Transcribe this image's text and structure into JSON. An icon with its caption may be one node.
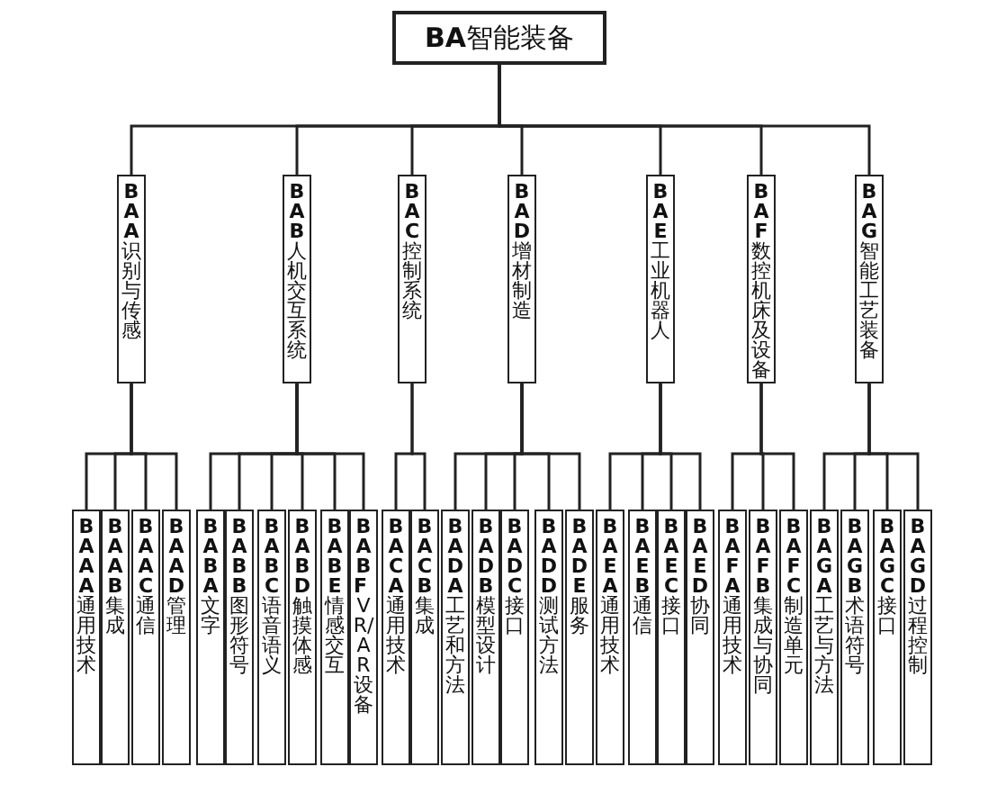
{
  "diagram": {
    "nodes": [
      {
        "text": [
          "**BA**智能装备"
        ]
      },
      {
        "text": [
          "**BAA**识别与传感"
        ]
      },
      {
        "text": [
          "**BAB**人机交互系统"
        ]
      },
      {
        "text": [
          "**BAC**控制系统"
        ]
      },
      {
        "text": [
          "**BAD**增材制造"
        ]
      },
      {
        "text": [
          "**BAE**工业机器人"
        ]
      },
      {
        "text": [
          "**BAF**数控机床及设备"
        ]
      },
      {
        "text": [
          "**BAG**智能工艺装备"
        ]
      },
      {
        "text": [
          "**BAAA**通用技术"
        ]
      },
      {
        "text": [
          "**BAAB**集成"
        ]
      },
      {
        "text": [
          "**BAAC**通信"
        ]
      },
      {
        "text": [
          "**BAAD**管理"
        ]
      },
      {
        "text": [
          "**BABA**文字"
        ]
      },
      {
        "text": [
          "**BABB**图形符号"
        ]
      },
      {
        "text": [
          "**BABC**语音语义"
        ]
      },
      {
        "text": [
          "**BABD**触摸体感"
        ]
      },
      {
        "text": [
          "**BABE**情感交互"
        ]
      },
      {
        "text": [
          "**BABF** VR/AR设备"
        ]
      },
      {
        "text": [
          "**BACA**通用技术"
        ]
      },
      {
        "text": [
          "**BACB**集成"
        ]
      },
      {
        "text": [
          "**BADA**工艺和方法"
        ]
      },
      {
        "text": [
          "**BADB**模型设计"
        ]
      },
      {
        "text": [
          "**BADC**接口"
        ]
      },
      {
        "text": [
          "**BADD**测试方法"
        ]
      },
      {
        "text": [
          "**BADE**服务"
        ]
      },
      {
        "text": [
          "**BAEA**通用技术"
        ]
      },
      {
        "text": [
          "**BAEB**通信"
        ]
      },
      {
        "text": [
          "**BAEC**接口"
        ]
      },
      {
        "text": [
          "**BAED**协同"
        ]
      },
      {
        "text": [
          "**BAFA**通用技术"
        ]
      },
      {
        "text": [
          "**BAFB**集成与协同"
        ]
      },
      {
        "text": [
          "**BAFC**制造单元"
        ]
      },
      {
        "text": [
          "**BAGA**工艺与方法"
        ]
      },
      {
        "text": [
          "**BAGB**术语符号"
        ]
      },
      {
        "text": [
          "**BAGC**接口"
        ]
      },
      {
        "text": [
          "**BAGD**过程控制"
        ]
      }
    ],
    "edges": [
      {
        "from": 0,
        "to": 1,
        "arrow": "none"
      },
      {
        "from": 0,
        "to": 2,
        "arrow": "none"
      },
      {
        "from": 0,
        "to": 3,
        "arrow": "none"
      },
      {
        "from": 0,
        "to": 4,
        "arrow": "none"
      },
      {
        "from": 0,
        "to": 5,
        "arrow": "none"
      },
      {
        "from": 0,
        "to": 6,
        "arrow": "none"
      },
      {
        "from": 0,
        "to": 7,
        "arrow": "none"
      },
      {
        "from": 1,
        "to": 8,
        "arrow": "none"
      },
      {
        "from": 1,
        "to": 9,
        "arrow": "none"
      },
      {
        "from": 1,
        "to": 10,
        "arrow": "none"
      },
      {
        "from": 1,
        "to": 11,
        "arrow": "none"
      },
      {
        "from": 2,
        "to": 12,
        "arrow": "none"
      },
      {
        "from": 2,
        "to": 13,
        "arrow": "none"
      },
      {
        "from": 2,
        "to": 14,
        "arrow": "none"
      },
      {
        "from": 2,
        "to": 15,
        "arrow": "none"
      },
      {
        "from": 2,
        "to": 16,
        "arrow": "none"
      },
      {
        "from": 2,
        "to": 17,
        "arrow": "none"
      },
      {
        "from": 3,
        "to": 18,
        "arrow": "none"
      },
      {
        "from": 3,
        "to": 19,
        "arrow": "none"
      },
      {
        "from": 4,
        "to": 20,
        "arrow": "none"
      },
      {
        "from": 4,
        "to": 21,
        "arrow": "none"
      },
      {
        "from": 4,
        "to": 22,
        "arrow": "none"
      },
      {
        "from": 4,
        "to": 23,
        "arrow": "none"
      },
      {
        "from": 4,
        "to": 24,
        "arrow": "none"
      },
      {
        "from": 5,
        "to": 25,
        "arrow": "none"
      },
      {
        "from": 5,
        "to": 26,
        "arrow": "none"
      },
      {
        "from": 5,
        "to": 27,
        "arrow": "none"
      },
      {
        "from": 5,
        "to": 28,
        "arrow": "none"
      },
      {
        "from": 6,
        "to": 29,
        "arrow": "none"
      },
      {
        "from": 6,
        "to": 30,
        "arrow": "none"
      },
      {
        "from": 6,
        "to": 31,
        "arrow": "none"
      },
      {
        "from": 7,
        "to": 32,
        "arrow": "none"
      },
      {
        "from": 7,
        "to": 33,
        "arrow": "none"
      },
      {
        "from": 7,
        "to": 34,
        "arrow": "none"
      },
      {
        "from": 7,
        "to": 35,
        "arrow": "none"
      }
    ]
  }
}
